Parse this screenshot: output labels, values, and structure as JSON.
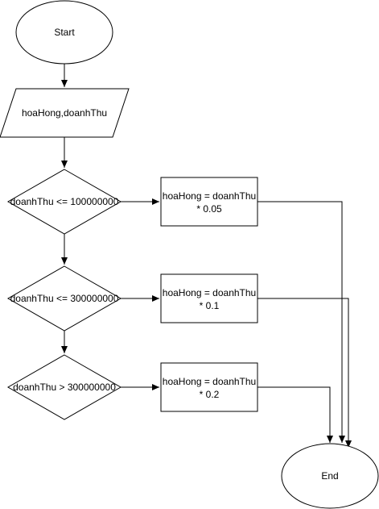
{
  "diagram": {
    "start": {
      "label": "Start"
    },
    "input": {
      "label": "hoaHong,doanhThu"
    },
    "decisions": [
      {
        "label": "doanhThu <= 100000000"
      },
      {
        "label": "doanhThu <= 300000000"
      },
      {
        "label": "doanhThu > 300000000"
      }
    ],
    "processes": [
      {
        "line1": "hoaHong = doanhThu",
        "line2": "* 0.05"
      },
      {
        "line1": "hoaHong = doanhThu",
        "line2": "* 0.1"
      },
      {
        "line1": "hoaHong = doanhThu",
        "line2": "* 0.2"
      }
    ],
    "end": {
      "label": "End"
    }
  }
}
